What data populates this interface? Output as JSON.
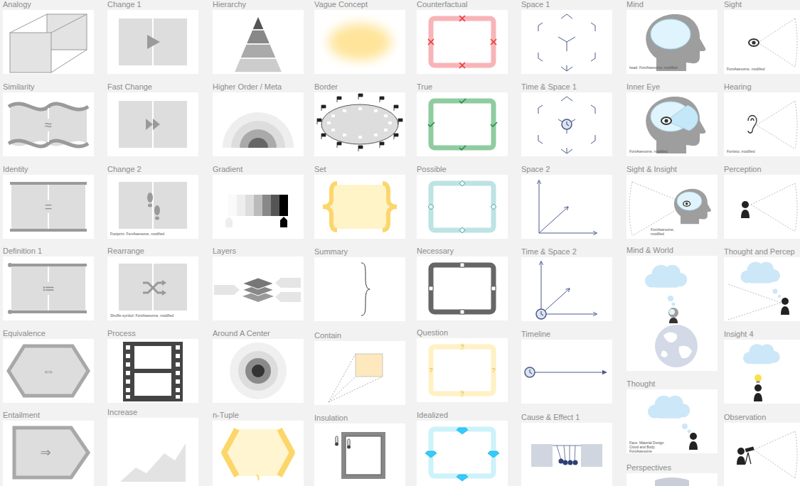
{
  "diagram": {
    "nodes": [
      {
        "text": [
          "Analogy"
        ]
      },
      {
        "text": [
          "Change 1"
        ]
      },
      {
        "text": [
          "Hierarchy"
        ]
      },
      {
        "text": [
          "Vague Concept"
        ]
      },
      {
        "text": [
          "Counterfactual"
        ]
      },
      {
        "text": [
          "Space 1"
        ]
      },
      {
        "text": [
          "Mind",
          "head: FontAwesome, modified"
        ]
      },
      {
        "text": [
          "Sight",
          "FontAwesome, modified"
        ]
      },
      {
        "text": [
          "Similarity",
          "≈"
        ]
      },
      {
        "text": [
          "Fast Change"
        ]
      },
      {
        "text": [
          "Higher Order / Meta"
        ]
      },
      {
        "text": [
          "Border"
        ]
      },
      {
        "text": [
          "True"
        ]
      },
      {
        "text": [
          "Time & Space 1"
        ]
      },
      {
        "text": [
          "Inner Eye",
          "FontAwesome, modified"
        ]
      },
      {
        "text": [
          "Hearing",
          "Fontisto, modified"
        ]
      },
      {
        "text": [
          "Identity",
          "="
        ]
      },
      {
        "text": [
          "Change 2",
          "Footprint: FontAwesome, modified"
        ]
      },
      {
        "text": [
          "Gradient"
        ]
      },
      {
        "text": [
          "Set"
        ]
      },
      {
        "text": [
          "Possible"
        ]
      },
      {
        "text": [
          "Space 2"
        ]
      },
      {
        "text": [
          "Sight & Insight",
          "FontAwesome, modified"
        ]
      },
      {
        "text": [
          "Perception"
        ]
      },
      {
        "text": [
          "Definition 1",
          "≔"
        ]
      },
      {
        "text": [
          "Rearrange",
          "Shuffle symbol: FontAwesome, modified"
        ]
      },
      {
        "text": [
          "Layers"
        ]
      },
      {
        "text": [
          "Summary"
        ]
      },
      {
        "text": [
          "Necessary"
        ]
      },
      {
        "text": [
          "Time & Space 2"
        ]
      },
      {
        "text": [
          "Mind & World"
        ]
      },
      {
        "text": [
          "Thought and Percep"
        ]
      },
      {
        "text": [
          "Equivalence",
          "⇔"
        ]
      },
      {
        "text": [
          "Process"
        ]
      },
      {
        "text": [
          "Around A Center"
        ]
      },
      {
        "text": [
          "Contain"
        ]
      },
      {
        "text": [
          "Question",
          "?",
          "?",
          "?",
          "?"
        ]
      },
      {
        "text": [
          "Timeline"
        ]
      },
      {
        "text": [
          "Insight 4"
        ]
      },
      {
        "text": [
          "Thought",
          "Face: Material Design Cloud and Body: FontAwesome"
        ]
      },
      {
        "text": [
          "Entailment",
          "⇒"
        ]
      },
      {
        "text": [
          "Increase"
        ]
      },
      {
        "text": [
          "n-Tuple"
        ]
      },
      {
        "text": [
          "Insulation"
        ]
      },
      {
        "text": [
          "Idealized"
        ]
      },
      {
        "text": [
          "Cause & Effect 1"
        ]
      },
      {
        "text": [
          "Observation"
        ]
      },
      {
        "text": [
          "Perspectives"
        ]
      }
    ]
  }
}
